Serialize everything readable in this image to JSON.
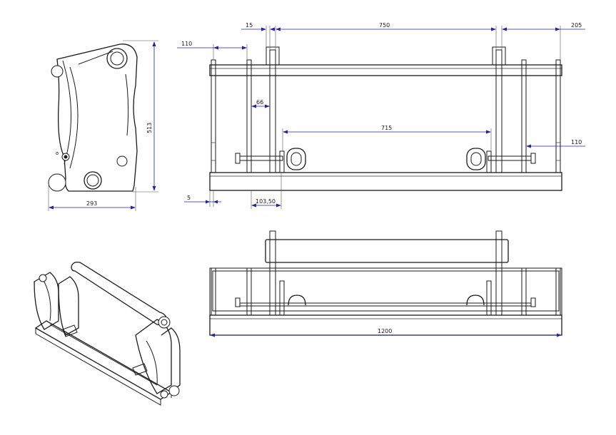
{
  "colors": {
    "line": "#1a1a1a",
    "dimension": "#2323b0",
    "background": "#ffffff"
  },
  "dimensions": {
    "side_height": "513",
    "side_width": "293",
    "top_left_offset": "110",
    "top_gap": "15",
    "top_span": "750",
    "top_right_offset": "205",
    "plate_gap": "66",
    "ring_span": "715",
    "pin_offset": "110",
    "bottom_offset": "5",
    "plate_width": "103,50",
    "overall_width": "1200"
  }
}
